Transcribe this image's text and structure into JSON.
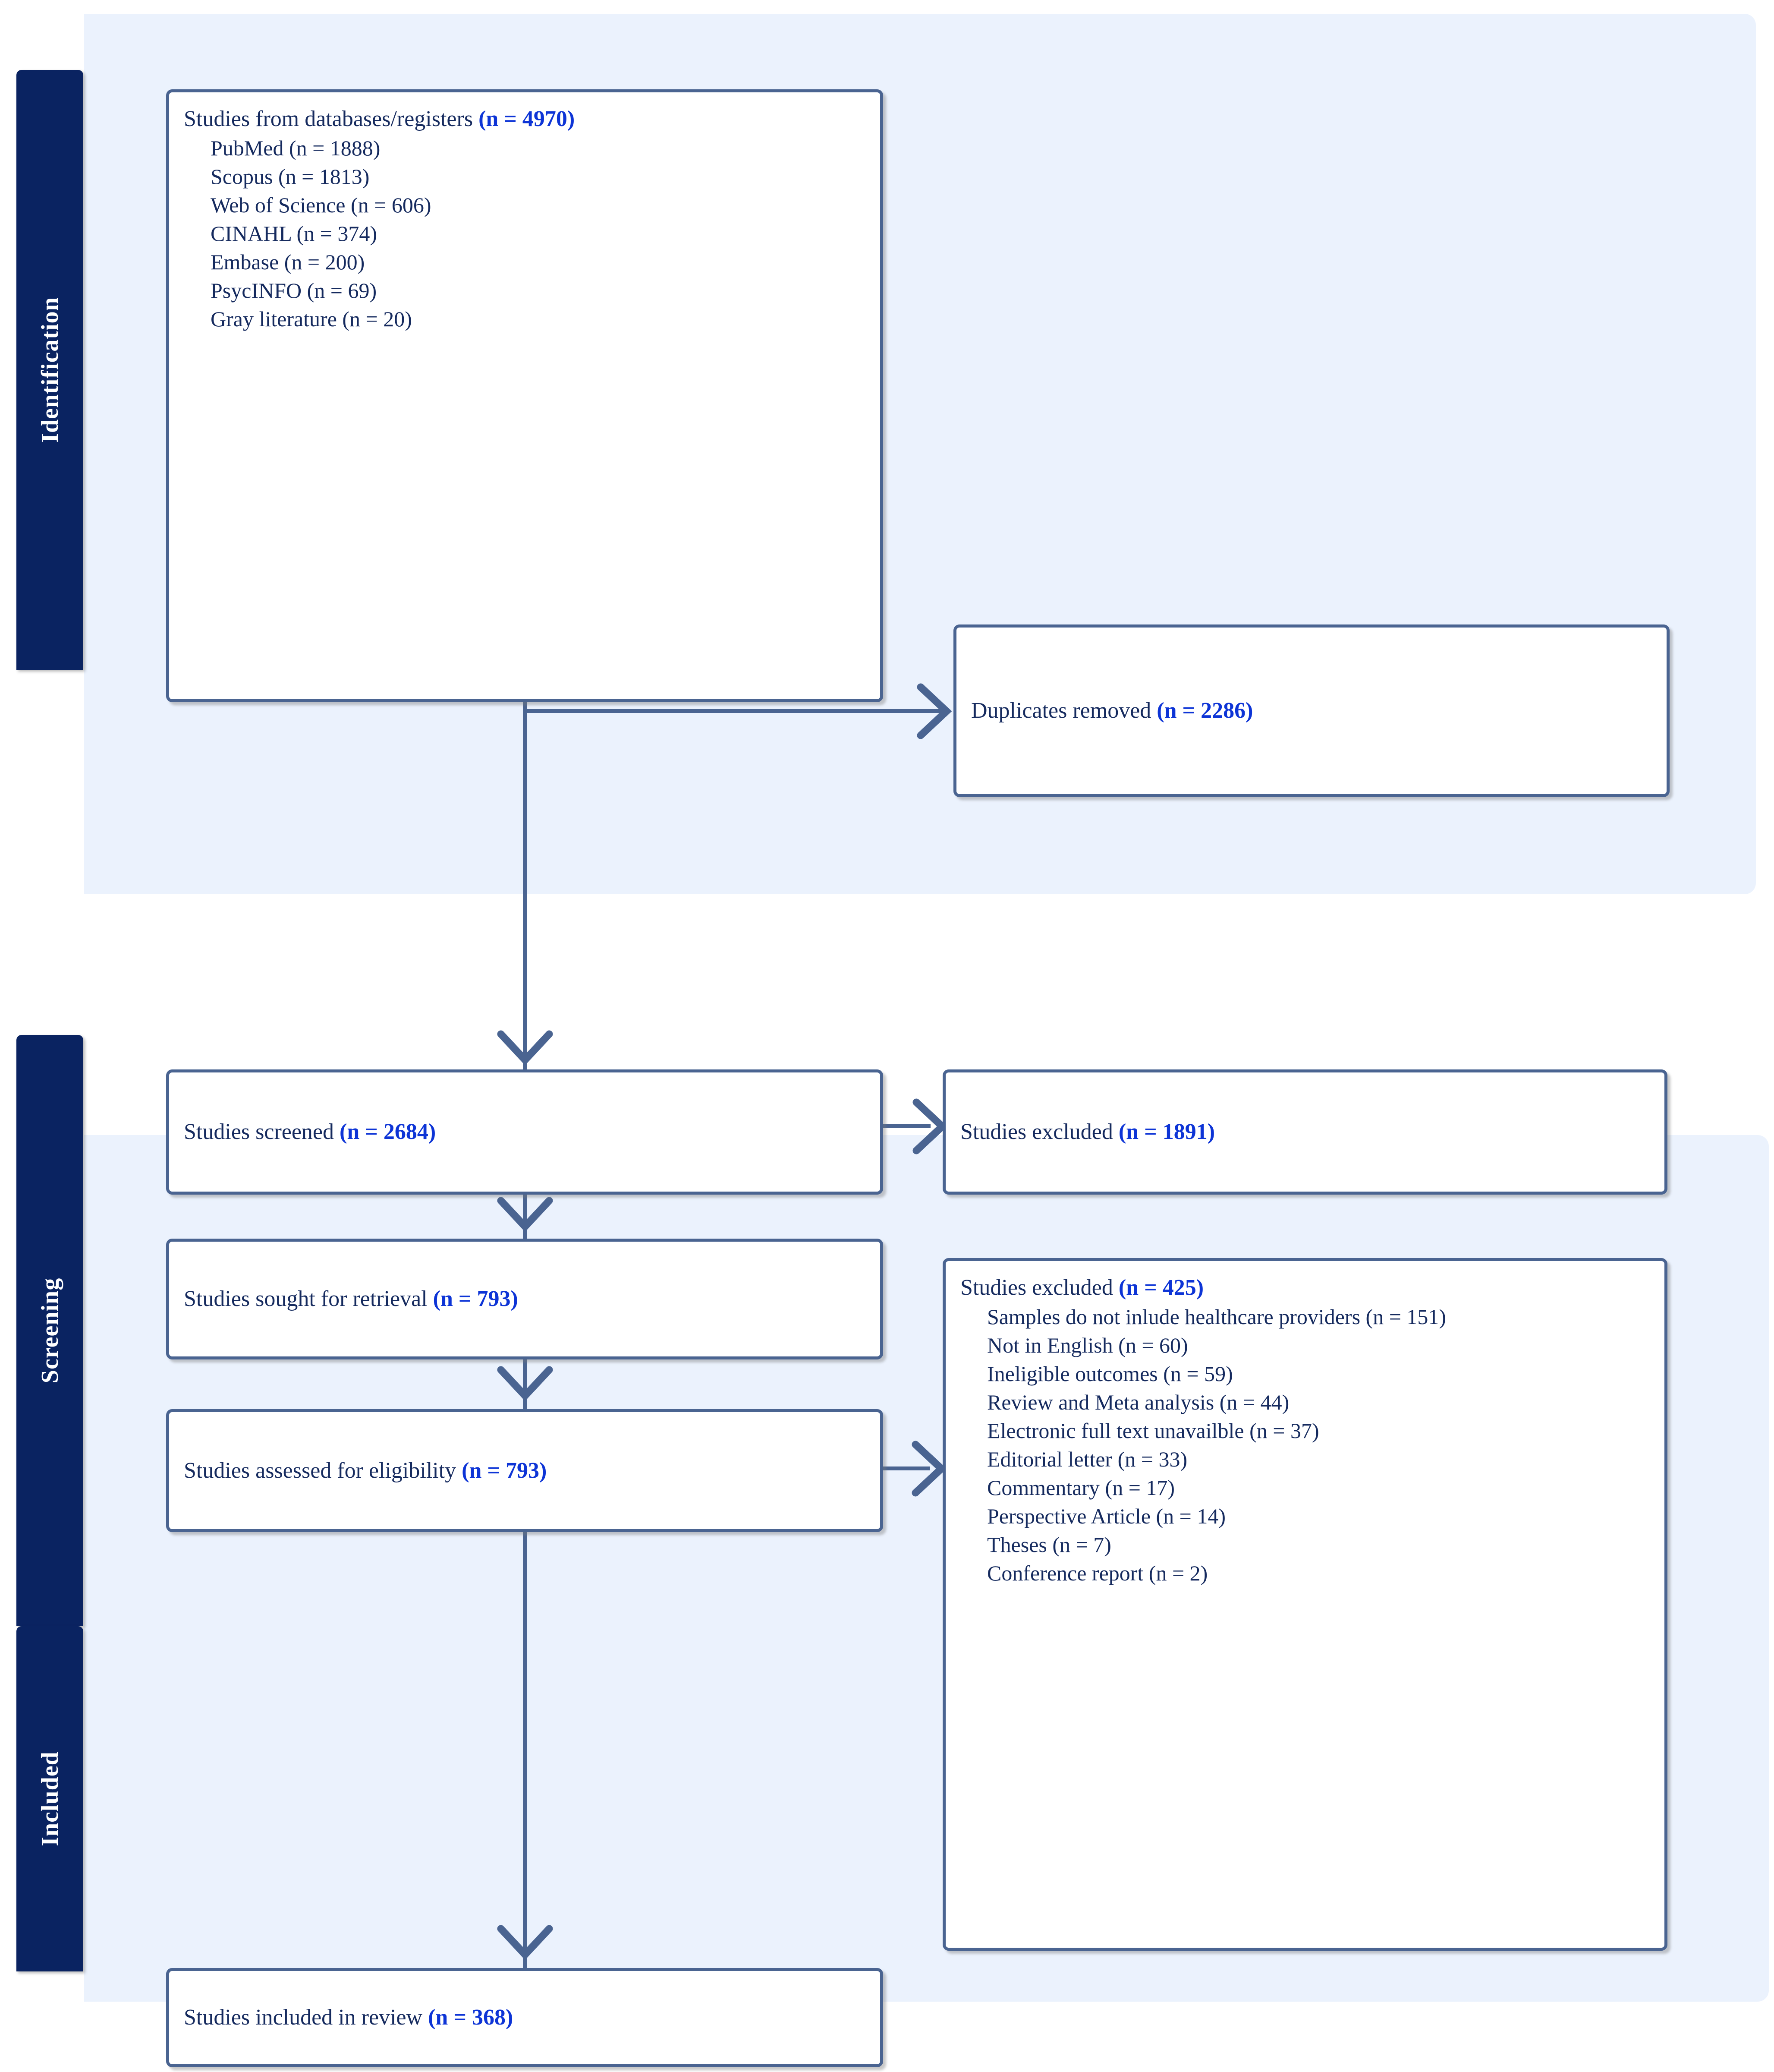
{
  "colors": {
    "band_bg": "#ebf2fd",
    "phase_tab_bg": "#0a2361",
    "box_border": "#4a6491",
    "text": "#152a5e",
    "count_accent": "#0d34d6"
  },
  "phases": [
    {
      "id": "identification",
      "label": "Identification"
    },
    {
      "id": "screening",
      "label": "Screening"
    },
    {
      "id": "included",
      "label": "Included"
    }
  ],
  "boxes": {
    "databases": {
      "title": "Studies from databases/registers",
      "count": "(n = 4970)",
      "sources": [
        "PubMed (n = 1888)",
        "Scopus (n = 1813)",
        "Web of Science (n = 606)",
        "CINAHL (n = 374)",
        "Embase (n = 200)",
        "PsycINFO (n = 69)",
        "Gray literature (n = 20)"
      ]
    },
    "duplicates": {
      "title": "Duplicates removed",
      "count": "(n = 2286)"
    },
    "screened": {
      "title": "Studies screened",
      "count": "(n = 2684)"
    },
    "excluded_screening": {
      "title": "Studies excluded",
      "count": "(n = 1891)"
    },
    "sought": {
      "title": "Studies sought for retrieval",
      "count": "(n = 793)"
    },
    "assessed": {
      "title": "Studies assessed for eligibility",
      "count": "(n = 793)"
    },
    "excluded_eligibility": {
      "title": "Studies excluded",
      "count": "(n = 425)",
      "reasons": [
        "Samples do not inlude healthcare providers (n = 151)",
        "Not in English (n = 60)",
        "Ineligible outcomes (n = 59)",
        "Review and Meta analysis (n = 44)",
        "Electronic full text unavailble (n = 37)",
        "Editorial letter (n = 33)",
        "Commentary (n = 17)",
        "Perspective Article (n = 14)",
        "Theses (n = 7)",
        "Conference report (n = 2)"
      ]
    },
    "included": {
      "title": "Studies included in review",
      "count": "(n = 368)"
    }
  },
  "chart_data": {
    "type": "diagram",
    "title": "PRISMA flow diagram",
    "nodes": [
      {
        "id": "databases",
        "stage": "Identification",
        "label": "Studies from databases/registers",
        "n": 4970
      },
      {
        "id": "duplicates",
        "stage": "Identification",
        "label": "Duplicates removed",
        "n": 2286
      },
      {
        "id": "screened",
        "stage": "Screening",
        "label": "Studies screened",
        "n": 2684
      },
      {
        "id": "excluded_screening",
        "stage": "Screening",
        "label": "Studies excluded",
        "n": 1891
      },
      {
        "id": "sought",
        "stage": "Screening",
        "label": "Studies sought for retrieval",
        "n": 793
      },
      {
        "id": "assessed",
        "stage": "Screening",
        "label": "Studies assessed for eligibility",
        "n": 793
      },
      {
        "id": "excluded_eligibility",
        "stage": "Screening",
        "label": "Studies excluded",
        "n": 425
      },
      {
        "id": "included",
        "stage": "Included",
        "label": "Studies included in review",
        "n": 368
      }
    ],
    "edges": [
      {
        "from": "databases",
        "to": "duplicates"
      },
      {
        "from": "databases",
        "to": "screened"
      },
      {
        "from": "screened",
        "to": "excluded_screening"
      },
      {
        "from": "screened",
        "to": "sought"
      },
      {
        "from": "sought",
        "to": "assessed"
      },
      {
        "from": "assessed",
        "to": "excluded_eligibility"
      },
      {
        "from": "assessed",
        "to": "included"
      }
    ],
    "breakdowns": {
      "databases": [
        {
          "source": "PubMed",
          "n": 1888
        },
        {
          "source": "Scopus",
          "n": 1813
        },
        {
          "source": "Web of Science",
          "n": 606
        },
        {
          "source": "CINAHL",
          "n": 374
        },
        {
          "source": "Embase",
          "n": 200
        },
        {
          "source": "PsycINFO",
          "n": 69
        },
        {
          "source": "Gray literature",
          "n": 20
        }
      ],
      "excluded_eligibility": [
        {
          "reason": "Samples do not inlude healthcare providers",
          "n": 151
        },
        {
          "reason": "Not in English",
          "n": 60
        },
        {
          "reason": "Ineligible outcomes",
          "n": 59
        },
        {
          "reason": "Review and Meta analysis",
          "n": 44
        },
        {
          "reason": "Electronic full text unavailble",
          "n": 37
        },
        {
          "reason": "Editorial letter",
          "n": 33
        },
        {
          "reason": "Commentary",
          "n": 17
        },
        {
          "reason": "Perspective Article",
          "n": 14
        },
        {
          "reason": "Theses",
          "n": 7
        },
        {
          "reason": "Conference report",
          "n": 2
        }
      ]
    }
  }
}
